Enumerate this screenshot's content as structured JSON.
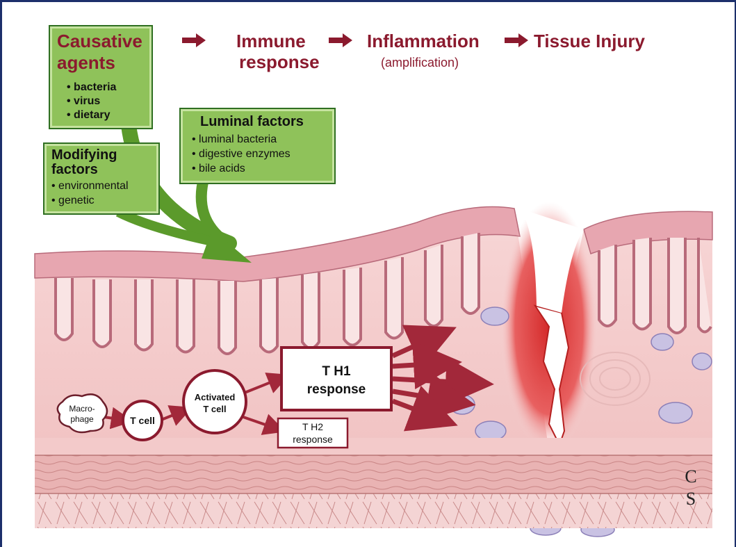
{
  "flow": {
    "step1": "Causative agents",
    "step2_line1": "Immune",
    "step2_line2": "response",
    "step3": "Inflammation",
    "step3_sub": "(amplification)",
    "step4": "Tissue Injury"
  },
  "causative": {
    "title_line1": "Causative",
    "title_line2": "agents",
    "items": [
      "bacteria",
      "virus",
      "dietary"
    ]
  },
  "modifying": {
    "title_line1": "Modifying",
    "title_line2": "factors",
    "items": [
      "environmental",
      "genetic"
    ]
  },
  "luminal": {
    "title": "Luminal factors",
    "items": [
      "luminal bacteria",
      "digestive enzymes",
      "bile acids"
    ]
  },
  "cells": {
    "macrophage_line1": "Macro-",
    "macrophage_line2": "phage",
    "tcell": "T cell",
    "activated_line1": "Activated",
    "activated_line2": "T cell",
    "th1_line1": "T H1",
    "th1_line2": "response",
    "th2_line1": "T H2",
    "th2_line2": "response"
  },
  "signature": {
    "line1": "C",
    "line2": "S"
  },
  "colors": {
    "title_red": "#8b1a2e",
    "box_green": "#8fc25a",
    "mucosa_pink": "#f2c4c4",
    "injury_red": "#d42a2a"
  }
}
